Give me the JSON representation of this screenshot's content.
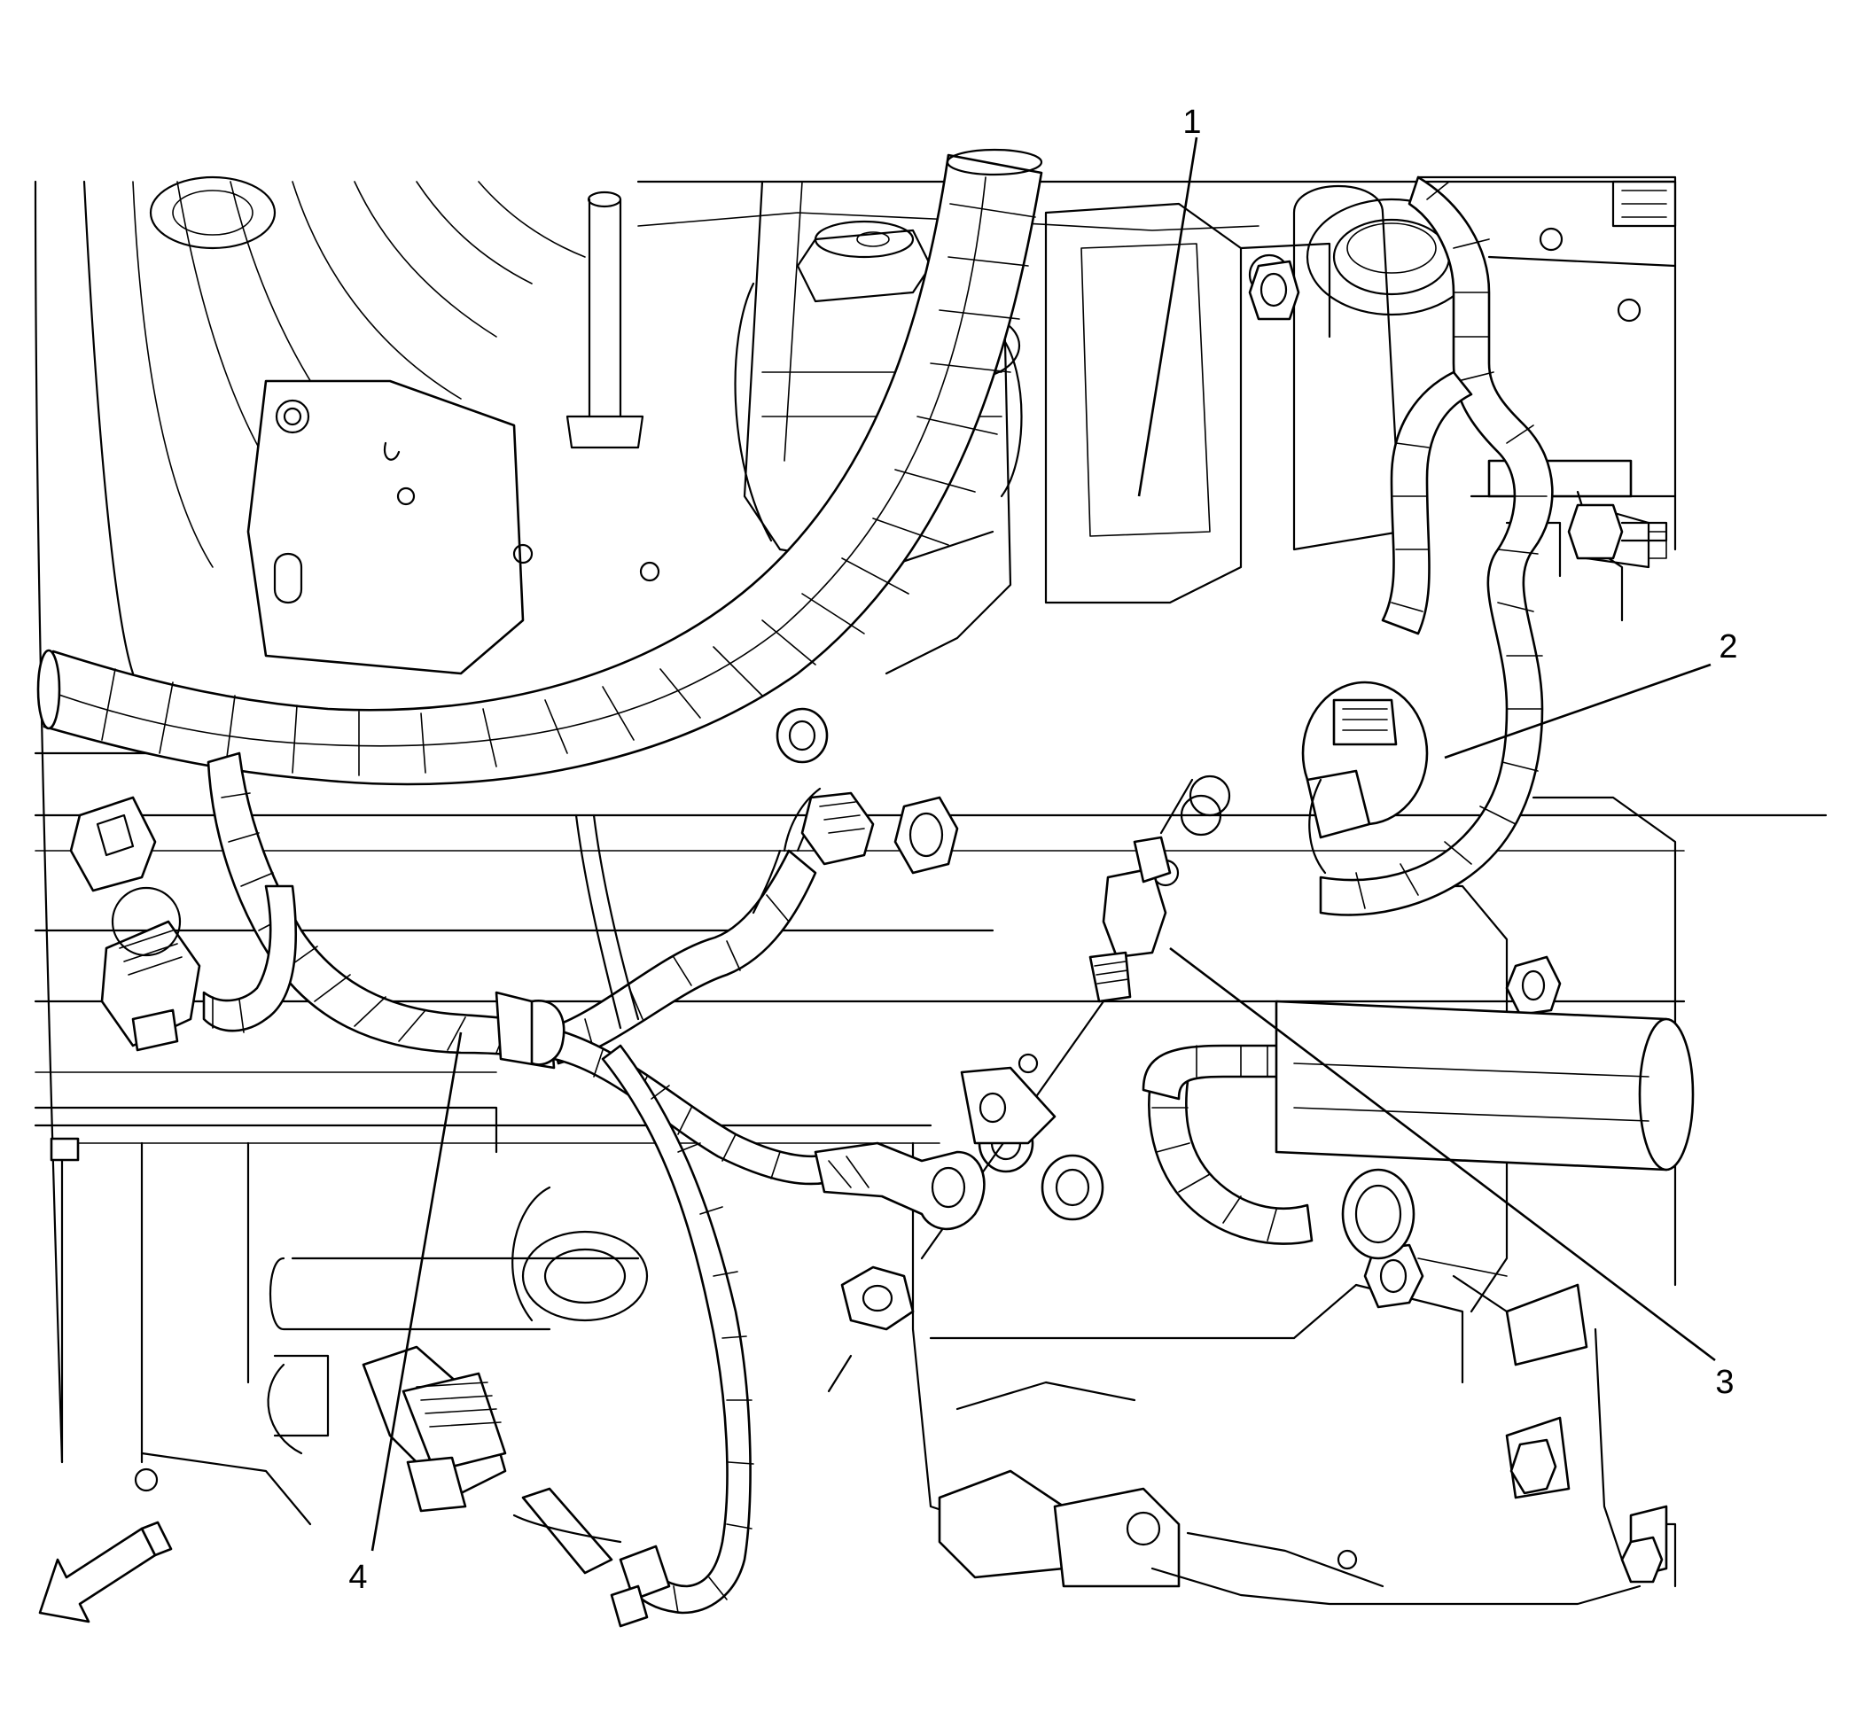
{
  "diagram": {
    "callouts": [
      {
        "id": "callout-1",
        "label": "1"
      },
      {
        "id": "callout-2",
        "label": "2"
      },
      {
        "id": "callout-3",
        "label": "3"
      },
      {
        "id": "callout-4",
        "label": "4"
      }
    ],
    "orientation_arrow": "front-direction-arrow-icon"
  }
}
